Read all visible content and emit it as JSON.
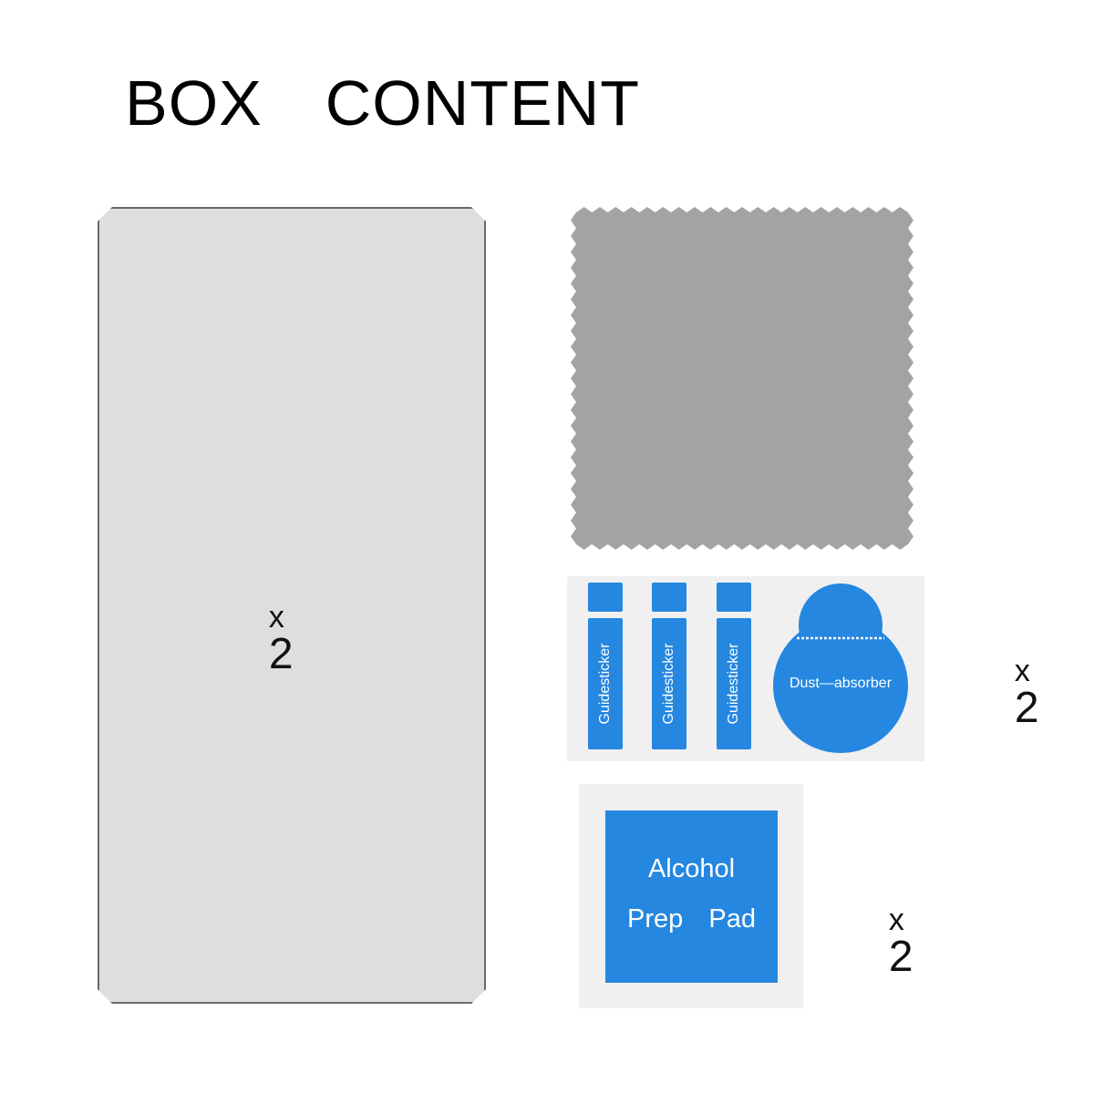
{
  "title": "BOX  CONTENT",
  "items": {
    "screen_protector": {
      "qty_x": "x",
      "qty_n": "2"
    },
    "installation_kit": {
      "sticker_labels": [
        "Guidesticker",
        "Guidesticker",
        "Guidesticker"
      ],
      "dust_absorber_label": "Dust—absorber",
      "qty_x": "x",
      "qty_n": "2"
    },
    "alcohol_pad": {
      "line1": "Alcohol",
      "line2": "Prep  Pad",
      "qty_x": "x",
      "qty_n": "2"
    }
  },
  "colors": {
    "blue": "#2587e0",
    "cloth_gray": "#a3a3a3",
    "protector_gray": "#dedede",
    "panel_gray": "#f0f0f0"
  }
}
